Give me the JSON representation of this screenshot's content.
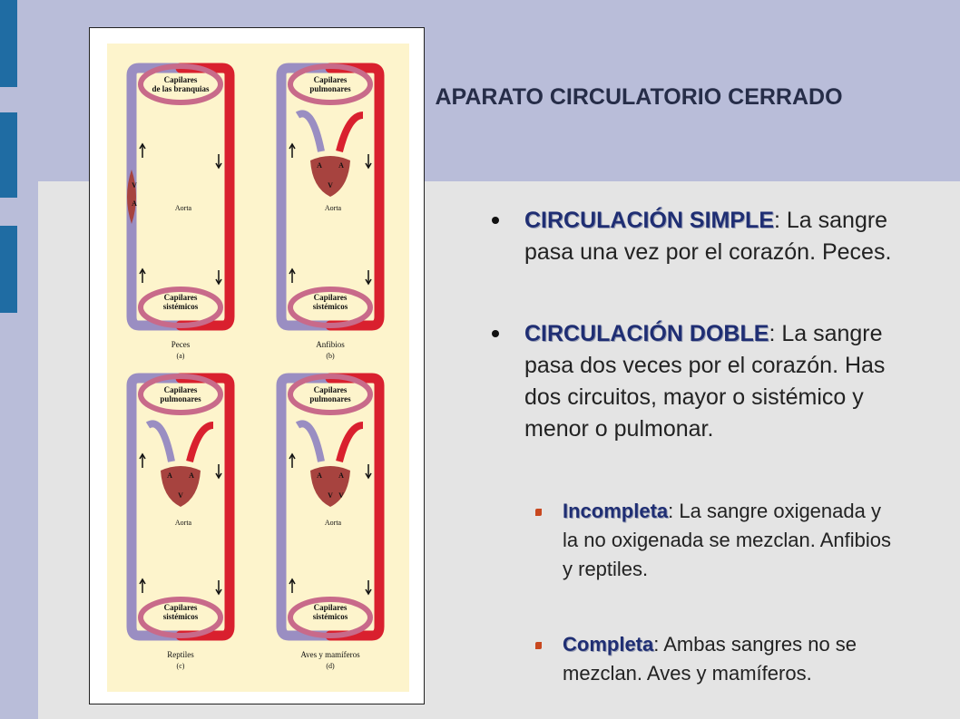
{
  "slide": {
    "title": "APARATO CIRCULATORIO CERRADO",
    "bullets": [
      {
        "term": "CIRCULACIÓN SIMPLE",
        "text": ": La sangre pasa una vez por el corazón. Peces."
      },
      {
        "term": "CIRCULACIÓN DOBLE",
        "text": ": La sangre pasa dos veces por el corazón. Has dos circuitos, mayor o sistémico y menor o pulmonar."
      }
    ],
    "subbullets": [
      {
        "term": "Incompleta",
        "text": ": La sangre oxigenada y la no oxigenada se mezclan. Anfibios y reptiles."
      },
      {
        "term": "Completa",
        "text": ": Ambas sangres no se mezclan. Aves y mamíferos."
      }
    ]
  },
  "figure": {
    "panels": [
      {
        "top_label": "Capilares de las branquias",
        "aorta": "Aorta",
        "bottom_label": "Capilares sistémicos",
        "name": "Peces",
        "letter": "(a)",
        "heart": [
          "V",
          "A"
        ]
      },
      {
        "top_label": "Capilares pulmonares",
        "aorta": "Aorta",
        "bottom_label": "Capilares sistémicos",
        "name": "Anfibios",
        "letter": "(b)",
        "heart": [
          "A",
          "A",
          "V"
        ]
      },
      {
        "top_label": "Capilares pulmonares",
        "aorta": "Aorta",
        "bottom_label": "Capilares sistémicos",
        "name": "Reptiles",
        "letter": "(c)",
        "heart": [
          "A",
          "A",
          "V"
        ]
      },
      {
        "top_label": "Capilares pulmonares",
        "aorta": "Aorta",
        "bottom_label": "Capilares sistémicos",
        "name": "Aves y mamíferos",
        "letter": "(d)",
        "heart": [
          "A",
          "A",
          "V",
          "V"
        ]
      }
    ]
  },
  "colors": {
    "oxygenated": "#d9202e",
    "deoxygenated": "#9a8ec2",
    "figure_bg": "#fdf4cc"
  }
}
